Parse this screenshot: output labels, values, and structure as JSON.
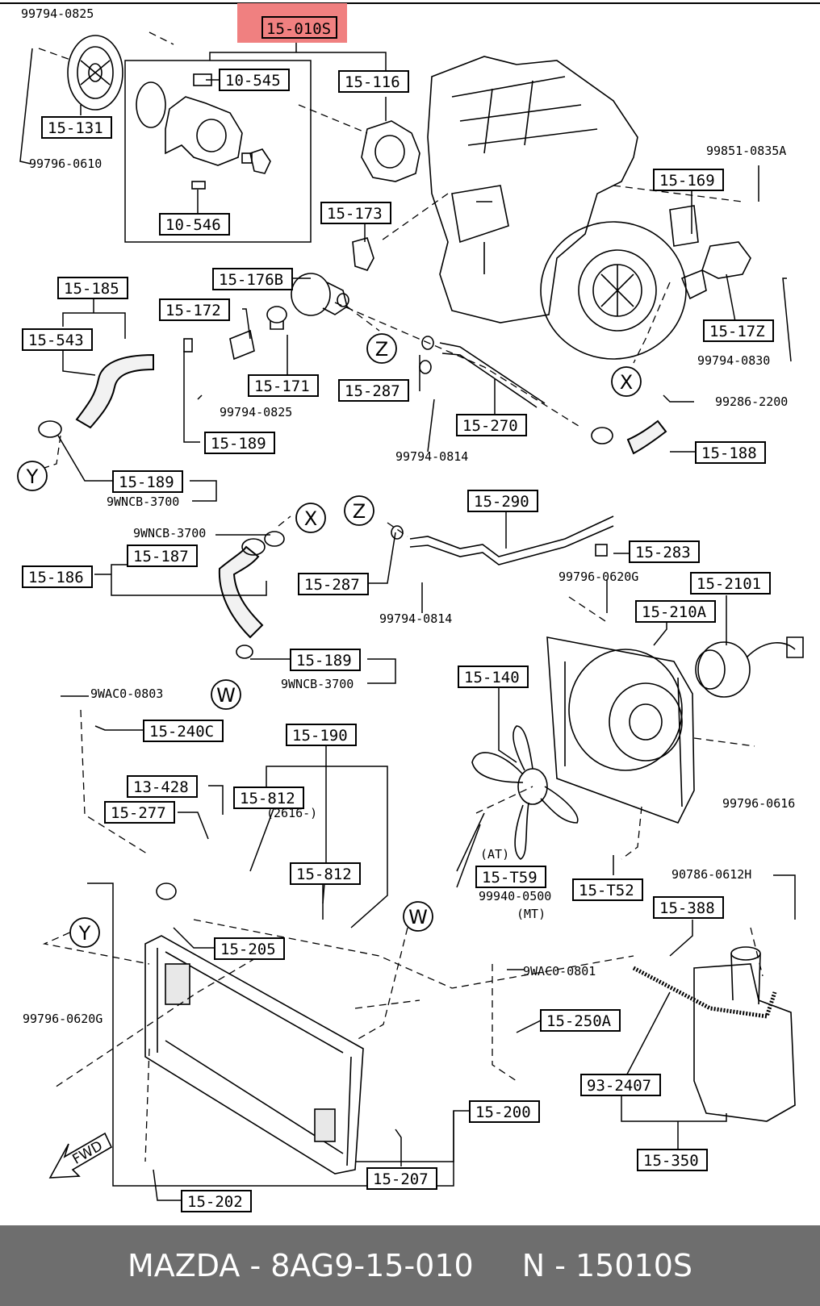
{
  "highlight_label": "15-010S",
  "part_labels": [
    {
      "id": "p1",
      "text": "15-116"
    },
    {
      "id": "p2",
      "text": "10-545"
    },
    {
      "id": "p3",
      "text": "15-131"
    },
    {
      "id": "p4",
      "text": "10-546"
    },
    {
      "id": "p5",
      "text": "15-173"
    },
    {
      "id": "p6",
      "text": "15-169"
    },
    {
      "id": "p7",
      "text": "15-185"
    },
    {
      "id": "p8",
      "text": "15-176B"
    },
    {
      "id": "p9",
      "text": "15-172"
    },
    {
      "id": "p10",
      "text": "15-543"
    },
    {
      "id": "p11",
      "text": "15-171"
    },
    {
      "id": "p12",
      "text": "15-287"
    },
    {
      "id": "p13",
      "text": "15-17Z"
    },
    {
      "id": "p14",
      "text": "15-270"
    },
    {
      "id": "p15",
      "text": "15-189"
    },
    {
      "id": "p16",
      "text": "15-188"
    },
    {
      "id": "p17",
      "text": "15-189"
    },
    {
      "id": "p18",
      "text": "15-290"
    },
    {
      "id": "p19",
      "text": "15-187"
    },
    {
      "id": "p20",
      "text": "15-186"
    },
    {
      "id": "p21",
      "text": "15-283"
    },
    {
      "id": "p22",
      "text": "15-287"
    },
    {
      "id": "p23",
      "text": "15-2101"
    },
    {
      "id": "p24",
      "text": "15-210A"
    },
    {
      "id": "p25",
      "text": "15-189"
    },
    {
      "id": "p26",
      "text": "15-140"
    },
    {
      "id": "p27",
      "text": "15-240C"
    },
    {
      "id": "p28",
      "text": "15-190"
    },
    {
      "id": "p29",
      "text": "13-428"
    },
    {
      "id": "p30",
      "text": "15-812"
    },
    {
      "id": "p31",
      "text": "15-277"
    },
    {
      "id": "p32",
      "text": "15-812"
    },
    {
      "id": "p33",
      "text": "15-T59"
    },
    {
      "id": "p34",
      "text": "15-T52"
    },
    {
      "id": "p35",
      "text": "15-388"
    },
    {
      "id": "p36",
      "text": "15-205"
    },
    {
      "id": "p37",
      "text": "15-250A"
    },
    {
      "id": "p38",
      "text": "93-2407"
    },
    {
      "id": "p39",
      "text": "15-200"
    },
    {
      "id": "p40",
      "text": "15-350"
    },
    {
      "id": "p41",
      "text": "15-207"
    },
    {
      "id": "p42",
      "text": "15-202"
    }
  ],
  "fastener_labels": [
    {
      "id": "f1",
      "text": "99794-0825"
    },
    {
      "id": "f2",
      "text": "99796-0610"
    },
    {
      "id": "f3",
      "text": "99851-0835A"
    },
    {
      "id": "f4",
      "text": "99794-0825"
    },
    {
      "id": "f5",
      "text": "99794-0830"
    },
    {
      "id": "f6",
      "text": "99286-2200"
    },
    {
      "id": "f7",
      "text": "99794-0814"
    },
    {
      "id": "f8",
      "text": "9WNCB-3700"
    },
    {
      "id": "f9",
      "text": "9WNCB-3700"
    },
    {
      "id": "f10",
      "text": "99794-0814"
    },
    {
      "id": "f11",
      "text": "99796-0620G"
    },
    {
      "id": "f12",
      "text": "9WNCB-3700"
    },
    {
      "id": "f13",
      "text": "9WAC0-0803"
    },
    {
      "id": "f14",
      "text": "99796-0616"
    },
    {
      "id": "f15",
      "text": "(2616-)"
    },
    {
      "id": "f16",
      "text": "(AT)"
    },
    {
      "id": "f17",
      "text": "99940-0500"
    },
    {
      "id": "f18",
      "text": "(MT)"
    },
    {
      "id": "f19",
      "text": "90786-0612H"
    },
    {
      "id": "f20",
      "text": "9WAC0-0801"
    },
    {
      "id": "f21",
      "text": "99796-0620G"
    }
  ],
  "connector_markers": [
    {
      "id": "c1",
      "text": "Z"
    },
    {
      "id": "c2",
      "text": "X"
    },
    {
      "id": "c3",
      "text": "Y"
    },
    {
      "id": "c4",
      "text": "X"
    },
    {
      "id": "c5",
      "text": "Z"
    },
    {
      "id": "c6",
      "text": "W"
    },
    {
      "id": "c7",
      "text": "Y"
    },
    {
      "id": "c8",
      "text": "W"
    }
  ],
  "fwd_label": "FWD",
  "highlight_color": "#f08080",
  "footer": {
    "left": "MAZDA - 8AG9-15-010",
    "right": "N - 15010S"
  }
}
